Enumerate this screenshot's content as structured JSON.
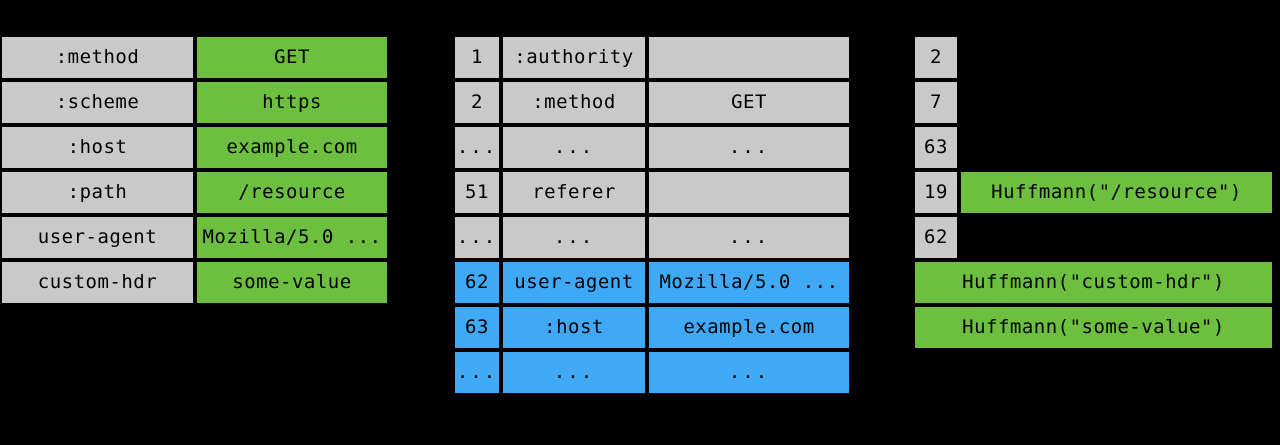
{
  "colors": {
    "background": "#000000",
    "grey": "#c9c9c9",
    "green": "#6cbf3f",
    "blue": "#3fa9f5",
    "text": "#000000"
  },
  "ellipsis": "...",
  "panels": {
    "original_headers": {
      "name": "original-header-list",
      "rows": [
        {
          "name": ":method",
          "value": "GET"
        },
        {
          "name": ":scheme",
          "value": "https"
        },
        {
          "name": ":host",
          "value": "example.com"
        },
        {
          "name": ":path",
          "value": "/resource"
        },
        {
          "name": "user-agent",
          "value": "Mozilla/5.0 ..."
        },
        {
          "name": "custom-hdr",
          "value": "some-value"
        }
      ]
    },
    "index_table": {
      "name": "hpack-index-table",
      "rows": [
        {
          "index": "1",
          "name": ":authority",
          "value": "",
          "highlight": false
        },
        {
          "index": "2",
          "name": ":method",
          "value": "GET",
          "highlight": false
        },
        {
          "index": "...",
          "name": "...",
          "value": "...",
          "highlight": false
        },
        {
          "index": "51",
          "name": "referer",
          "value": "",
          "highlight": false
        },
        {
          "index": "...",
          "name": "...",
          "value": "...",
          "highlight": false
        },
        {
          "index": "62",
          "name": "user-agent",
          "value": "Mozilla/5.0 ...",
          "highlight": true
        },
        {
          "index": "63",
          "name": ":host",
          "value": "example.com",
          "highlight": true
        },
        {
          "index": "...",
          "name": "...",
          "value": "...",
          "highlight": true
        }
      ]
    },
    "encoded_output": {
      "name": "encoded-header-block",
      "rows": [
        {
          "index": "2",
          "literal": "",
          "full_width": false
        },
        {
          "index": "7",
          "literal": "",
          "full_width": false
        },
        {
          "index": "63",
          "literal": "",
          "full_width": false
        },
        {
          "index": "19",
          "literal": "Huffmann(\"/resource\")",
          "full_width": false
        },
        {
          "index": "62",
          "literal": "",
          "full_width": false
        },
        {
          "index": "",
          "literal": "Huffmann(\"custom-hdr\")",
          "full_width": true
        },
        {
          "index": "",
          "literal": "Huffmann(\"some-value\")",
          "full_width": true
        }
      ]
    }
  }
}
